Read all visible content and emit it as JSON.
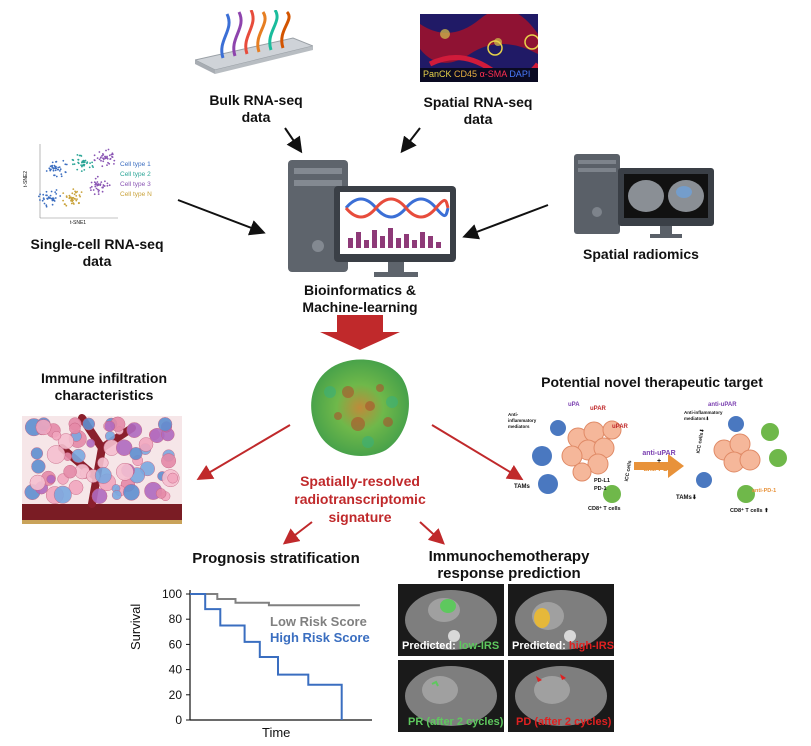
{
  "inputs": {
    "bulk": "Bulk RNA-seq data",
    "spatial_rna": "Spatial RNA-seq data",
    "single_cell": "Single-cell RNA-seq data",
    "radiomics": "Spatial radiomics"
  },
  "spatial_stain": {
    "panck": "PanCK",
    "cd45": "CD45",
    "sma": "α-SMA",
    "dapi": "DAPI"
  },
  "tsne": {
    "xlabel": "t-SNE1",
    "ylabel": "t-SNE2",
    "legend": [
      "Cell type 1",
      "Cell type 2",
      "Cell type 3",
      "Cell type N"
    ],
    "colors": [
      "#3c6ec0",
      "#2aa596",
      "#8a55b4",
      "#c9a23a"
    ]
  },
  "center": "Bioinformatics & Machine-learning",
  "signature": "Spatially-resolved radiotranscriptomic signature",
  "branches": {
    "immune": "Immune infiltration characteristics",
    "target": "Potential novel therapeutic target",
    "prognosis": "Prognosis stratification",
    "immuno": "Immunochemotherapy response prediction"
  },
  "therapy": {
    "tams": "TAMs",
    "tams_after": "TAMs⬇",
    "cd8": "CD8⁺ T cells",
    "cd8_after": "CD8⁺ T cells ⬆",
    "anti_upar": "anti-uPAR",
    "plus": "+",
    "anti_pd1": "anti-PD-1",
    "upar": "uPAR",
    "upa": "uPA",
    "pdl1": "PD-L1",
    "pd1": "PD-1",
    "icc": "iCC cells",
    "icc_after": "iCC cells⬇",
    "mediators": "Anti-inflammatory mediators",
    "mediators_after": "Anti-inflammatory mediators⬇"
  },
  "chart_data": {
    "type": "line",
    "xlabel": "Time",
    "ylabel": "Survival",
    "ylim": [
      0,
      100
    ],
    "yticks": [
      0,
      20,
      40,
      60,
      80,
      100
    ],
    "series": [
      {
        "name": "Low Risk Score",
        "color": "#808080",
        "points": [
          [
            0,
            100
          ],
          [
            0.9,
            100
          ],
          [
            0.9,
            96
          ],
          [
            1.5,
            96
          ],
          [
            1.5,
            93
          ],
          [
            2.6,
            93
          ],
          [
            2.6,
            91
          ],
          [
            5.6,
            91
          ]
        ]
      },
      {
        "name": "High Risk Score",
        "color": "#3a6ec0",
        "points": [
          [
            0,
            100
          ],
          [
            0.5,
            100
          ],
          [
            0.5,
            88
          ],
          [
            1.0,
            88
          ],
          [
            1.0,
            75
          ],
          [
            1.8,
            75
          ],
          [
            1.8,
            62
          ],
          [
            2.3,
            62
          ],
          [
            2.3,
            50
          ],
          [
            2.9,
            50
          ],
          [
            2.9,
            36
          ],
          [
            3.9,
            36
          ],
          [
            3.9,
            28
          ],
          [
            5.0,
            28
          ],
          [
            5.0,
            0
          ]
        ]
      }
    ]
  },
  "ct": {
    "p1": "Predicted:",
    "p1_val": "low-IRS",
    "p2": "Predicted:",
    "p2_val": "high-IRS",
    "r1": "PR (after 2 cycles)",
    "r2": "PD (after 2 cycles)"
  }
}
